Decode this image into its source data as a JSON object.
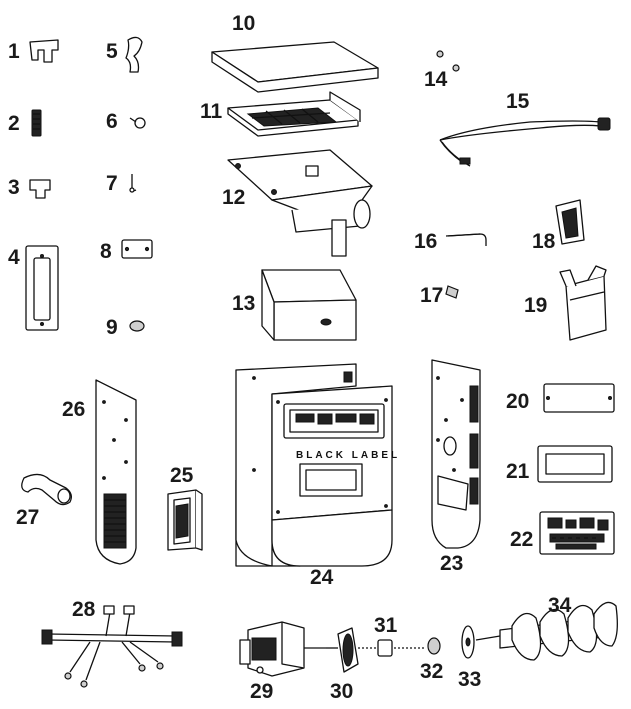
{
  "diagram": {
    "parts": [
      {
        "number": "1"
      },
      {
        "number": "2"
      },
      {
        "number": "3"
      },
      {
        "number": "4"
      },
      {
        "number": "5"
      },
      {
        "number": "6"
      },
      {
        "number": "7"
      },
      {
        "number": "8"
      },
      {
        "number": "9"
      },
      {
        "number": "10"
      },
      {
        "number": "11"
      },
      {
        "number": "12"
      },
      {
        "number": "13"
      },
      {
        "number": "14"
      },
      {
        "number": "15"
      },
      {
        "number": "16"
      },
      {
        "number": "17"
      },
      {
        "number": "18"
      },
      {
        "number": "19"
      },
      {
        "number": "20"
      },
      {
        "number": "21"
      },
      {
        "number": "22"
      },
      {
        "number": "23"
      },
      {
        "number": "24"
      },
      {
        "number": "25"
      },
      {
        "number": "26"
      },
      {
        "number": "27"
      },
      {
        "number": "28"
      },
      {
        "number": "29"
      },
      {
        "number": "30"
      },
      {
        "number": "31"
      },
      {
        "number": "32"
      },
      {
        "number": "33"
      },
      {
        "number": "34"
      }
    ],
    "brand_text": "BLACK LABEL"
  }
}
